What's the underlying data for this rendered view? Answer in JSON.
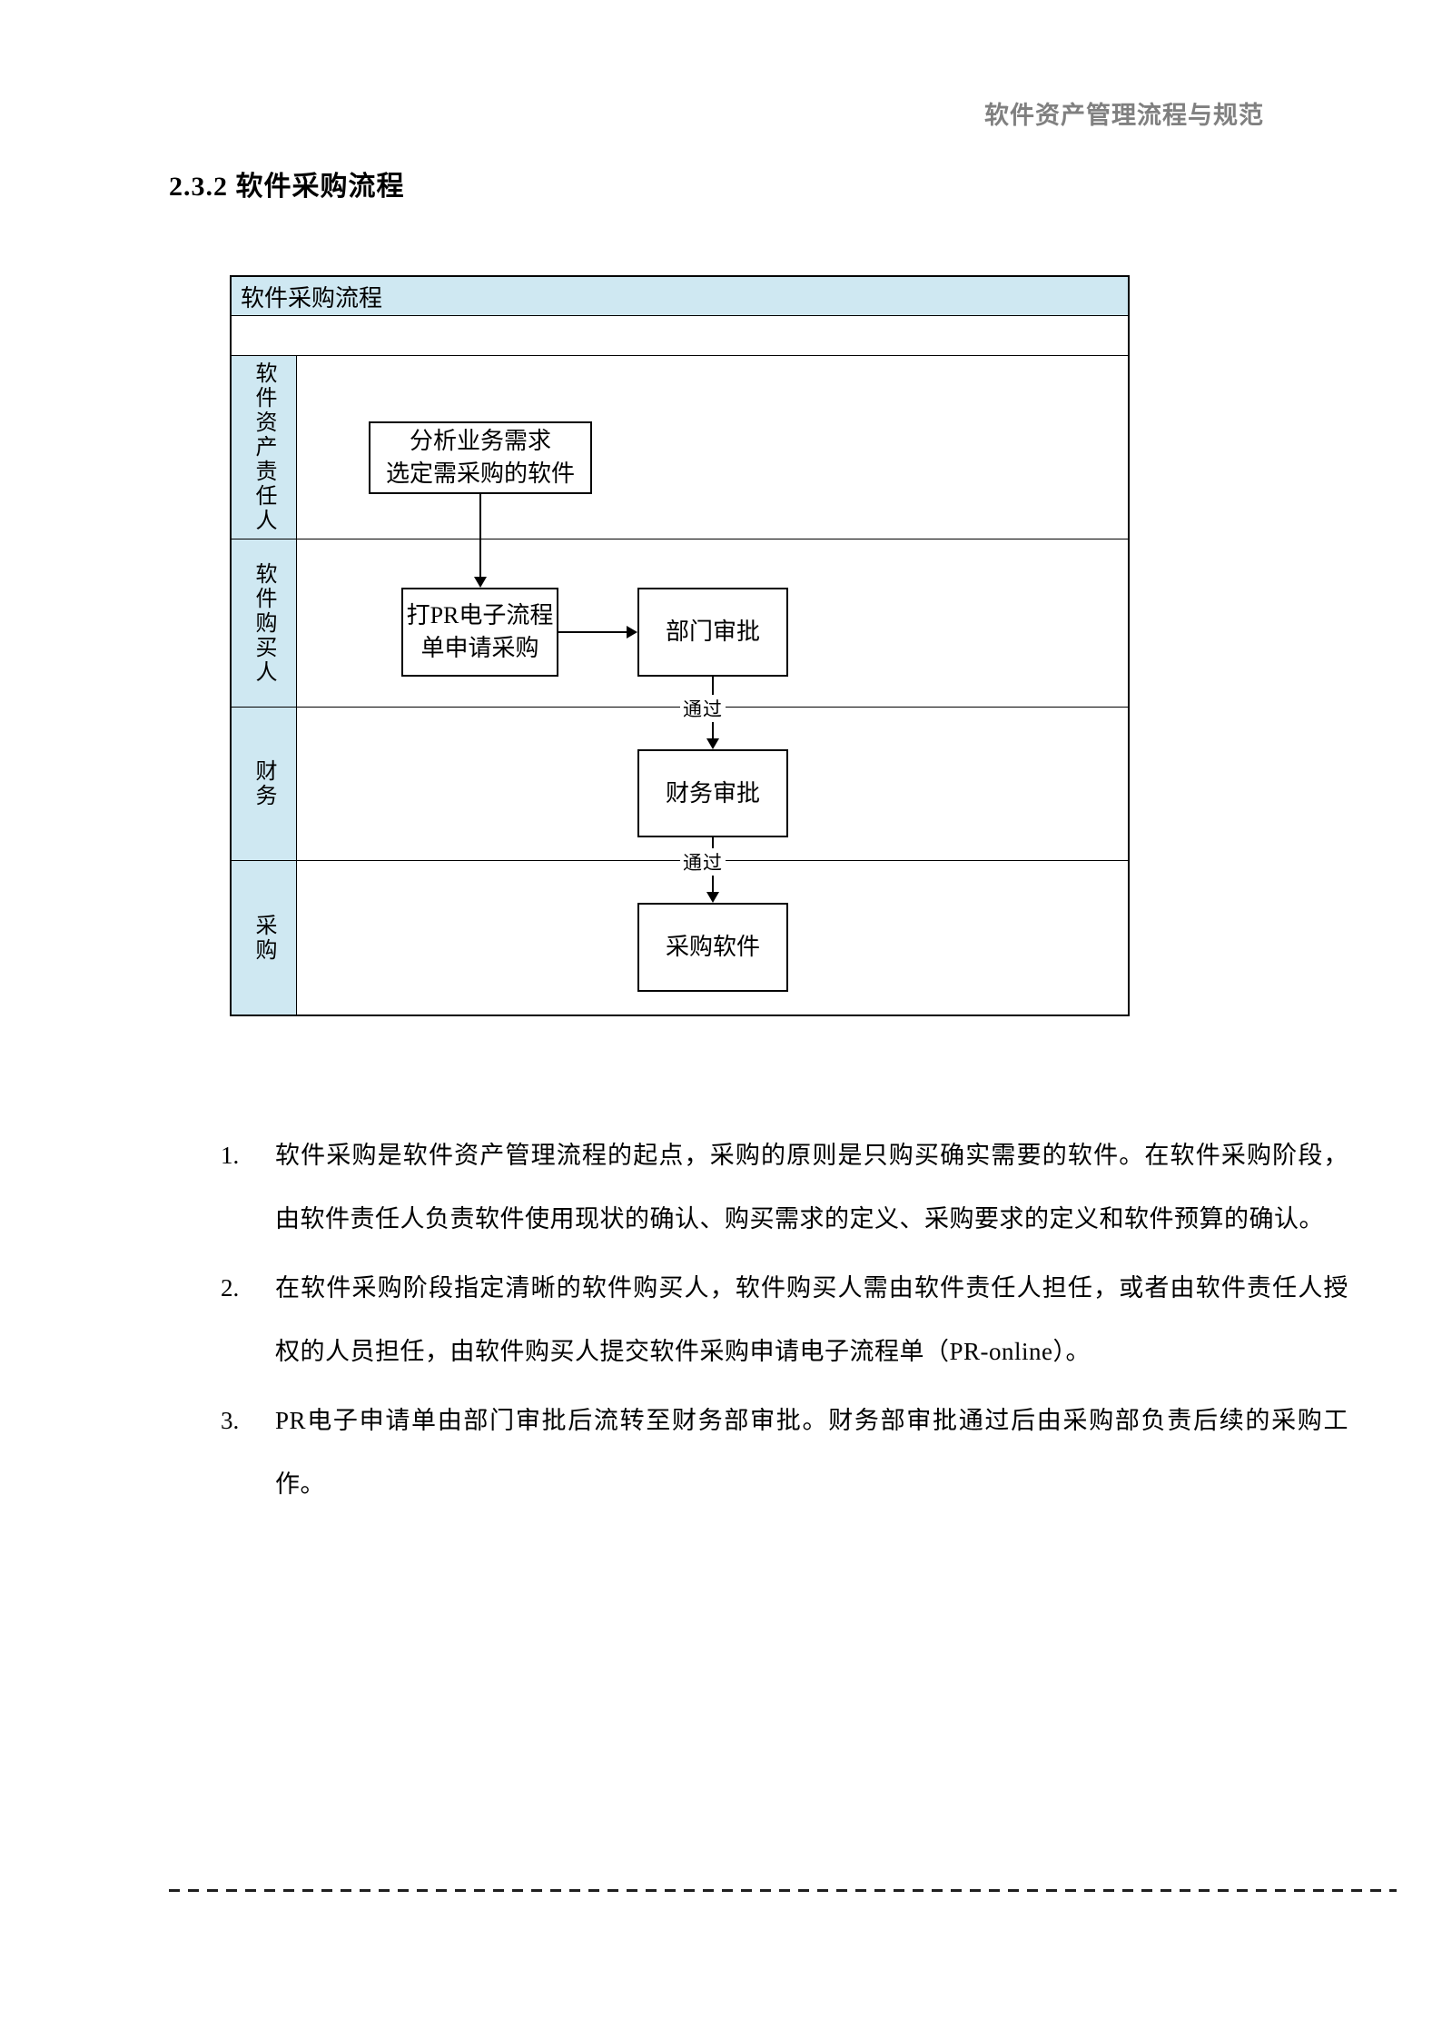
{
  "header": {
    "title": "软件资产管理流程与规范"
  },
  "section": {
    "heading": "2.3.2 软件采购流程"
  },
  "flowchart": {
    "title": "软件采购流程",
    "lanes": [
      {
        "label": "软件资产责任人"
      },
      {
        "label": "软件购买人"
      },
      {
        "label": "财务"
      },
      {
        "label": "采购"
      }
    ],
    "nodes": {
      "analyze": "分析业务需求\n选定需采购的软件",
      "pr_request": "打PR电子流程\n单申请采购",
      "dept_approval": "部门审批",
      "finance_approval": "财务审批",
      "purchase": "采购软件"
    },
    "edge_labels": {
      "pass_1": "通过",
      "pass_2": "通过"
    }
  },
  "notes": [
    {
      "num": "1.",
      "text": "软件采购是软件资产管理流程的起点，采购的原则是只购买确实需要的软件。在软件采购阶段，由软件责任人负责软件使用现状的确认、购买需求的定义、采购要求的定义和软件预算的确认。"
    },
    {
      "num": "2.",
      "text": "在软件采购阶段指定清晰的软件购买人，软件购买人需由软件责任人担任，或者由软件责任人授权的人员担任，由软件购买人提交软件采购申请电子流程单（PR-online）。"
    },
    {
      "num": "3.",
      "text": "PR电子申请单由部门审批后流转至财务部审批。财务部审批通过后由采购部负责后续的采购工作。"
    }
  ]
}
